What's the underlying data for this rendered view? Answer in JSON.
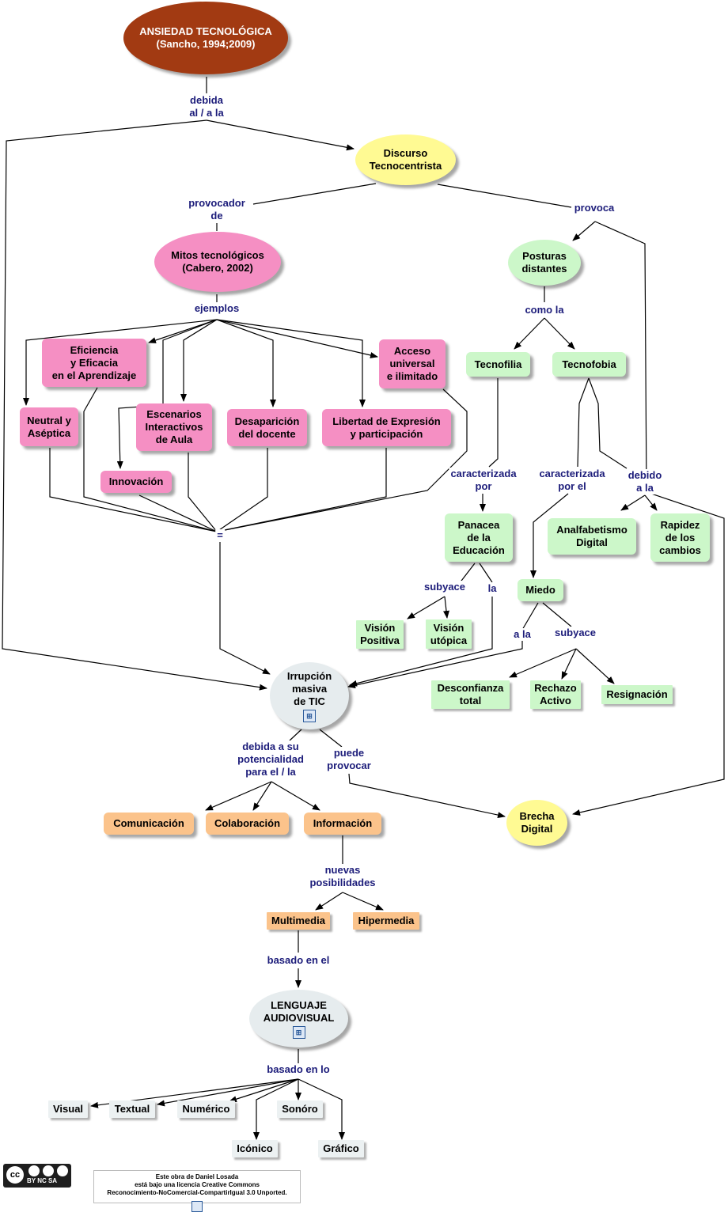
{
  "nodes": {
    "ansiedad": "ANSIEDAD TECNOLÓGICA\n(Sancho, 1994;2009)",
    "discurso": "Discurso\nTecnocentrista",
    "mitos": "Mitos tecnológicos\n(Cabero, 2002)",
    "posturas": "Posturas\ndistantes",
    "eficiencia": "Eficiencia\ny Eficacia\nen el Aprendizaje",
    "acceso": "Acceso\nuniversal\ne ilimitado",
    "neutral": "Neutral y\nAséptica",
    "escenarios": "Escenarios\nInteractivos\nde Aula",
    "desaparicion": "Desaparición\ndel docente",
    "libertad": "Libertad de Expresión\ny participación",
    "innovacion": "Innovación",
    "tecnofilia": "Tecnofilia",
    "tecnofobia": "Tecnofobia",
    "panacea": "Panacea\nde la\nEducación",
    "analfabetismo": "Analfabetismo\nDigital",
    "rapidez": "Rapidez\nde los\ncambios",
    "miedo": "Miedo",
    "vision_positiva": "Visión\nPositiva",
    "vision_utopica": "Visión\nutópica",
    "irrupcion": "Irrupción\nmasiva\nde TIC",
    "desconfianza": "Desconfianza\ntotal",
    "rechazo": "Rechazo\nActivo",
    "resignacion": "Resignación",
    "comunicacion": "Comunicación",
    "colaboracion": "Colaboración",
    "informacion": "Información",
    "brecha": "Brecha\nDigital",
    "multimedia": "Multimedia",
    "hipermedia": "Hipermedia",
    "lenguaje": "LENGUAJE\nAUDIOVISUAL",
    "visual": "Visual",
    "textual": "Textual",
    "numerico": "Numérico",
    "sonoro": "Sonóro",
    "iconico": "Icónico",
    "grafico": "Gráfico"
  },
  "links": {
    "debida": "debida\nal / a la",
    "provocador": "provocador\nde",
    "provoca": "provoca",
    "ejemplos": "ejemplos",
    "como_la": "como la",
    "caract_por": "caracterizada\npor",
    "caract_por_el": "caracterizada\npor el",
    "debido_a_la": "debido\na la",
    "equals": "=",
    "subyace1": "subyace",
    "la": "la",
    "a_la": "a la",
    "subyace2": "subyace",
    "debida_potencialidad": "debida a su\npotencialidad\npara el / la",
    "puede_provocar": "puede\nprovocar",
    "nuevas_posibilidades": "nuevas\nposibilidades",
    "basado_en_el": "basado en el",
    "basado_en_lo": "basado en lo"
  },
  "license": {
    "text": "Este obra de Daniel Losada\nestá bajo una licencia Creative Commons\nReconocimiento-NoComercial-CompartirIgual 3.0 Unported.",
    "badge": "BY  NC  SA"
  },
  "colors": {
    "pink": "#f58fc3",
    "green": "#ccf7c9",
    "orange": "#fbc38b",
    "brown": "#a23a12",
    "yellow": "#fffa93",
    "link_text": "#1c1c7a"
  }
}
